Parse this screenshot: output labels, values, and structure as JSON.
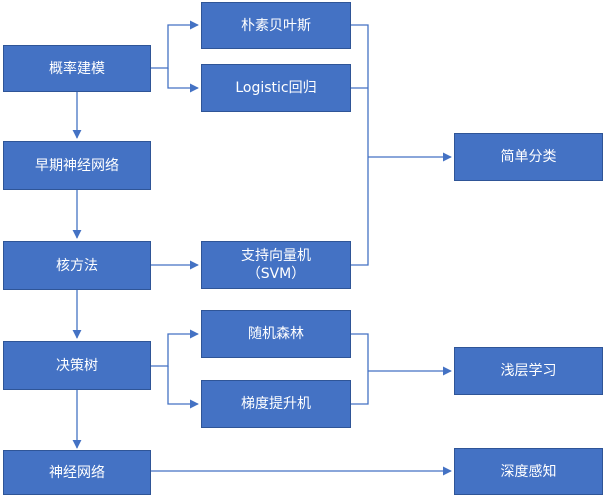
{
  "diagram": {
    "nodes": {
      "prob_model": "概率建模",
      "early_nn": "早期神经网络",
      "kernel": "核方法",
      "decision_tree": "决策树",
      "neural_net": "神经网络",
      "naive_bayes": "朴素贝叶斯",
      "logistic": "Logistic回归",
      "svm_line1": "支持向量机",
      "svm_line2": "（SVM）",
      "random_forest": "随机森林",
      "gbm": "梯度提升机",
      "simple_cls": "简单分类",
      "shallow": "浅层学习",
      "deep": "深度感知"
    },
    "edges": [
      [
        "prob_model",
        "naive_bayes"
      ],
      [
        "prob_model",
        "logistic"
      ],
      [
        "prob_model",
        "early_nn"
      ],
      [
        "early_nn",
        "kernel"
      ],
      [
        "kernel",
        "svm"
      ],
      [
        "kernel",
        "decision_tree"
      ],
      [
        "decision_tree",
        "random_forest"
      ],
      [
        "decision_tree",
        "gbm"
      ],
      [
        "decision_tree",
        "neural_net"
      ],
      [
        "naive_bayes",
        "simple_cls"
      ],
      [
        "logistic",
        "simple_cls"
      ],
      [
        "svm",
        "simple_cls"
      ],
      [
        "random_forest",
        "shallow"
      ],
      [
        "gbm",
        "shallow"
      ],
      [
        "neural_net",
        "deep"
      ]
    ],
    "colors": {
      "node_fill": "#4472c4",
      "node_text": "#ffffff",
      "connector": "#4472c4"
    }
  }
}
